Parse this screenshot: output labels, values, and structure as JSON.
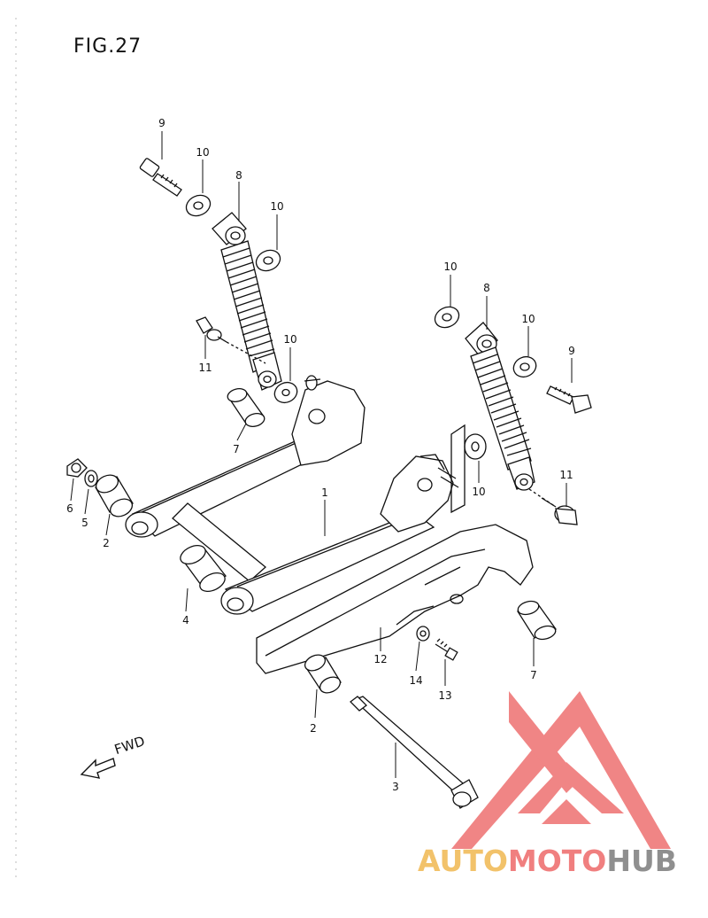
{
  "figure": {
    "title": "FIG.27",
    "fwd_label": "FWD"
  },
  "callouts": [
    {
      "key": "9a",
      "text": "9"
    },
    {
      "key": "10a",
      "text": "10"
    },
    {
      "key": "8a",
      "text": "8"
    },
    {
      "key": "10b",
      "text": "10"
    },
    {
      "key": "11a",
      "text": "11"
    },
    {
      "key": "10c",
      "text": "10"
    },
    {
      "key": "10d",
      "text": "10"
    },
    {
      "key": "8b",
      "text": "8"
    },
    {
      "key": "10e",
      "text": "10"
    },
    {
      "key": "9b",
      "text": "9"
    },
    {
      "key": "7a",
      "text": "7"
    },
    {
      "key": "1",
      "text": "1"
    },
    {
      "key": "10f",
      "text": "10"
    },
    {
      "key": "11b",
      "text": "11"
    },
    {
      "key": "6",
      "text": "6"
    },
    {
      "key": "5",
      "text": "5"
    },
    {
      "key": "2a",
      "text": "2"
    },
    {
      "key": "4",
      "text": "4"
    },
    {
      "key": "12",
      "text": "12"
    },
    {
      "key": "14",
      "text": "14"
    },
    {
      "key": "13",
      "text": "13"
    },
    {
      "key": "7b",
      "text": "7"
    },
    {
      "key": "2b",
      "text": "2"
    },
    {
      "key": "3",
      "text": "3"
    }
  ],
  "watermark": {
    "part1": "AUTO",
    "part2": "MOTO",
    "part3": "HUB",
    "colors": {
      "auto": "#f2c26a",
      "moto": "#f07f7f",
      "hub": "#8f8f8f",
      "logo": "#f07f7f"
    }
  }
}
